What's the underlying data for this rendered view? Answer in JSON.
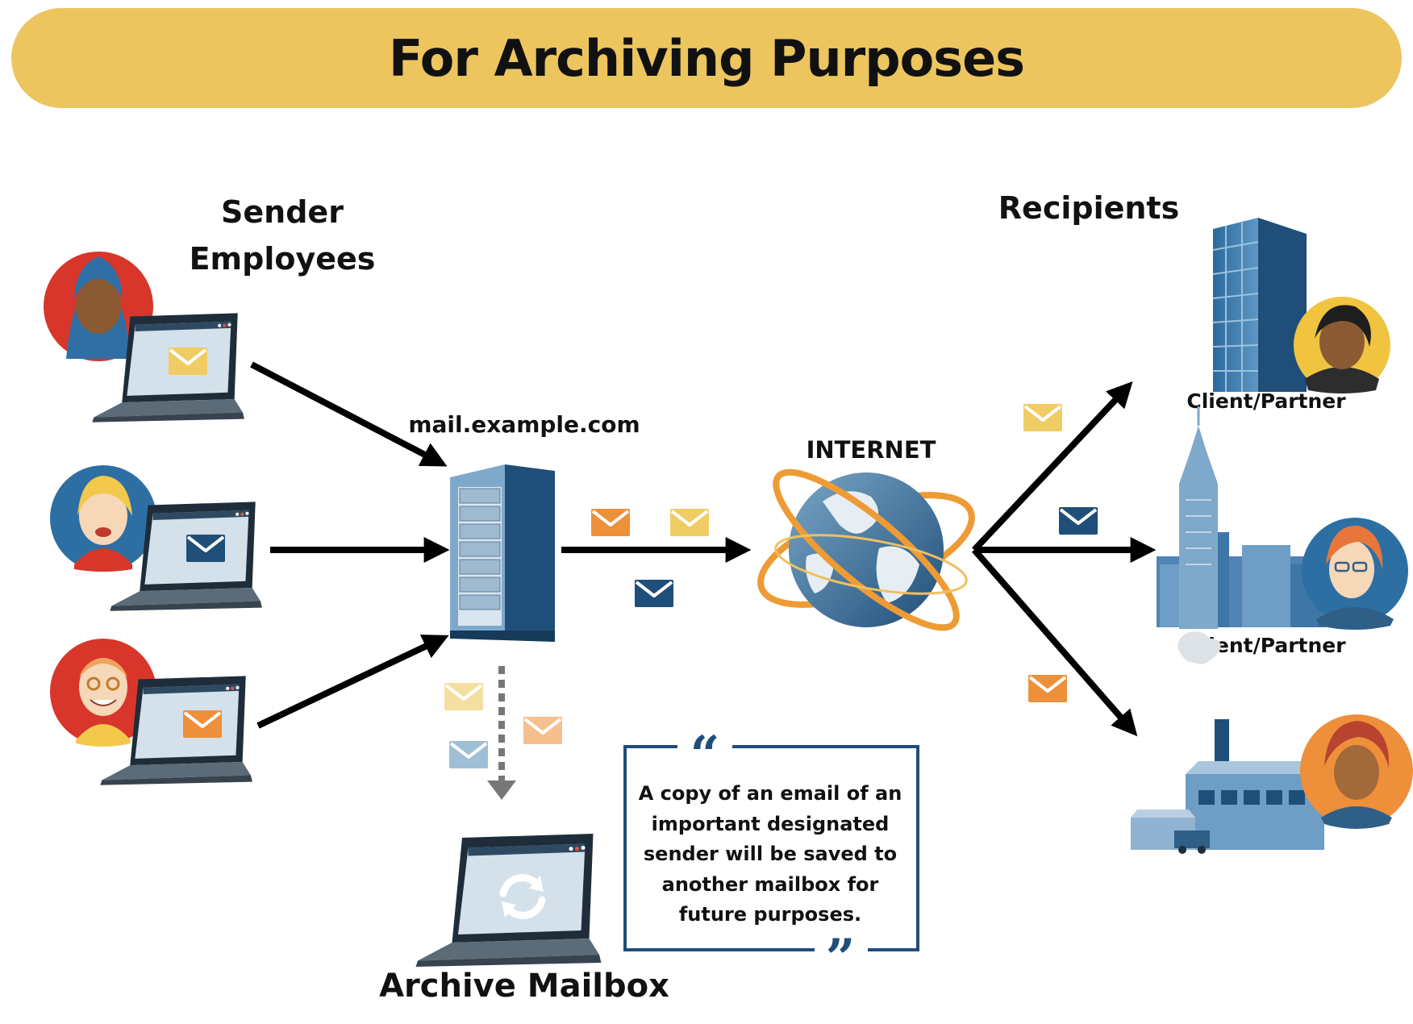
{
  "title": "For Archiving Purposes",
  "sender": {
    "line1": "Sender",
    "line2": "Employees"
  },
  "recipients_label": "Recipients",
  "server_label": "mail.example.com",
  "internet_label": "INTERNET",
  "client_labels": [
    "Client/Partner",
    "Client/Partner"
  ],
  "archive_label": "Archive Mailbox",
  "quote": {
    "lines": [
      "A copy of an email of an",
      "important designated",
      "sender will be saved to",
      "another mailbox for",
      "future purposes."
    ]
  },
  "colors": {
    "banner": "#ECC55F",
    "navy": "#1F4E79",
    "orange": "#EE8F3A",
    "yellow": "#F0CC64",
    "light_blue": "#9FBFD6",
    "red_avatar": "#D8362A",
    "blue_avatar": "#2D6FA3",
    "yellow_avatar": "#F0C43F"
  }
}
